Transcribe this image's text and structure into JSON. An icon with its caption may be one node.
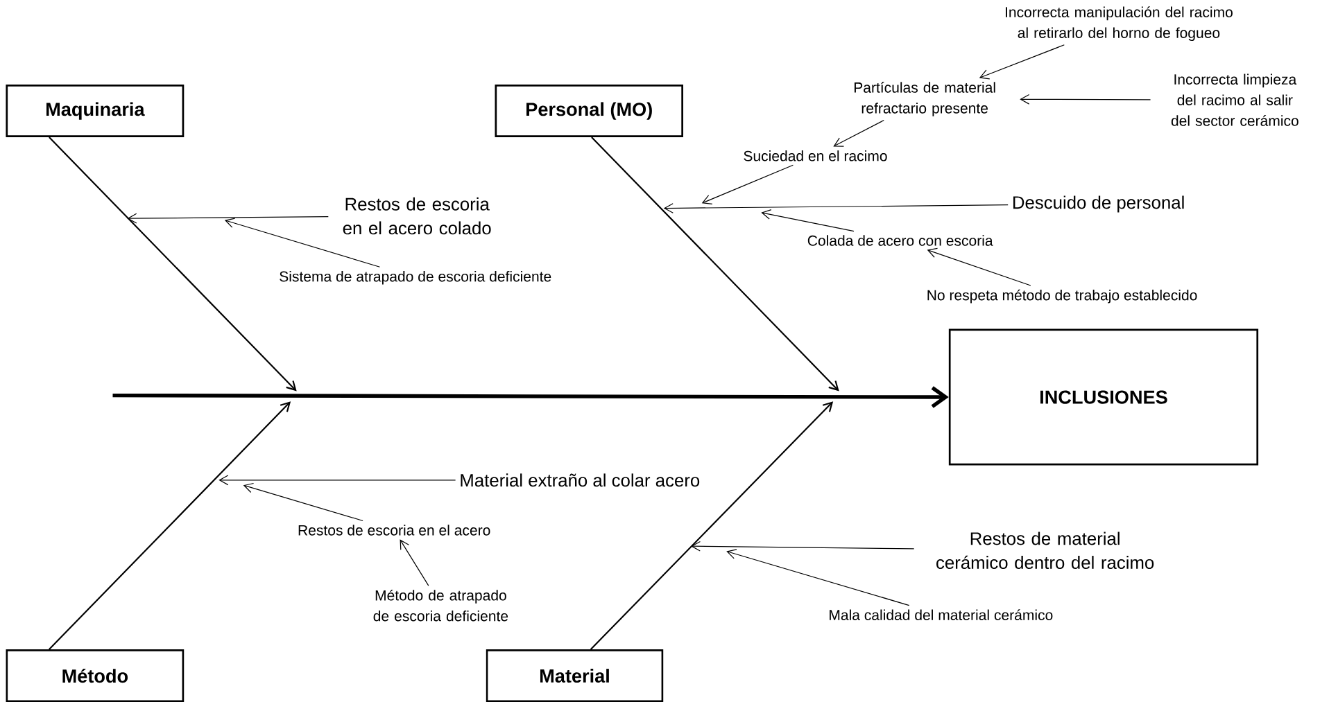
{
  "diagram": {
    "nodes": [
      {
        "text": [
          "Maquinaria"
        ]
      },
      {
        "text": [
          "Personal (MO)"
        ]
      },
      {
        "text": [
          "Método"
        ]
      },
      {
        "text": [
          "Material"
        ]
      },
      {
        "text": [
          "INCLUSIONES"
        ]
      },
      {
        "text": [
          "Restos de escoria en el acero colado"
        ]
      },
      {
        "text": [
          "Sistema de atrapado de escoria deficiente"
        ]
      },
      {
        "text": [
          "Incorrecta manipulación del racimo al retirarlo del horno de fogueo"
        ]
      },
      {
        "text": [
          "Partículas de material refractario presente"
        ]
      },
      {
        "text": [
          "Incorrecta limpieza del racimo al salir del sector cerámico"
        ]
      },
      {
        "text": [
          "Suciedad en el racimo"
        ]
      },
      {
        "text": [
          "Descuido de personal"
        ]
      },
      {
        "text": [
          "Colada de acero con escoria"
        ]
      },
      {
        "text": [
          "No respeta método de trabajo establecido"
        ]
      },
      {
        "text": [
          "Material extraño al colar acero"
        ]
      },
      {
        "text": [
          "Restos de escoria en el acero"
        ]
      },
      {
        "text": [
          "Método de atrapado de escoria deficiente"
        ]
      },
      {
        "text": [
          "Restos de material cerámico dentro del racimo"
        ]
      },
      {
        "text": [
          "Mala calidad del material cerámico"
        ]
      }
    ],
    "edges": [
      {
        "from": null,
        "to": 4,
        "arrow": "to",
        "style": "thick"
      },
      {
        "from": 0,
        "to": null,
        "arrow": "to"
      },
      {
        "from": 1,
        "to": null,
        "arrow": "to"
      },
      {
        "from": 2,
        "to": null,
        "arrow": "to"
      },
      {
        "from": 3,
        "to": null,
        "arrow": "to"
      },
      {
        "from": 5,
        "to": null,
        "arrow": "to"
      },
      {
        "from": 6,
        "to": null,
        "arrow": "to"
      },
      {
        "from": 7,
        "to": 8,
        "arrow": "to"
      },
      {
        "from": 8,
        "to": 10,
        "arrow": "to"
      },
      {
        "from": 9,
        "to": 8,
        "arrow": "to"
      },
      {
        "from": 10,
        "to": null,
        "arrow": "to"
      },
      {
        "from": 11,
        "to": null,
        "arrow": "to"
      },
      {
        "from": 12,
        "to": null,
        "arrow": "to"
      },
      {
        "from": 13,
        "to": 12,
        "arrow": "to"
      },
      {
        "from": 14,
        "to": null,
        "arrow": "to"
      },
      {
        "from": 15,
        "to": null,
        "arrow": "to"
      },
      {
        "from": 16,
        "to": 15,
        "arrow": "to"
      },
      {
        "from": 17,
        "to": null,
        "arrow": "to"
      },
      {
        "from": 18,
        "to": null,
        "arrow": "to"
      }
    ]
  }
}
